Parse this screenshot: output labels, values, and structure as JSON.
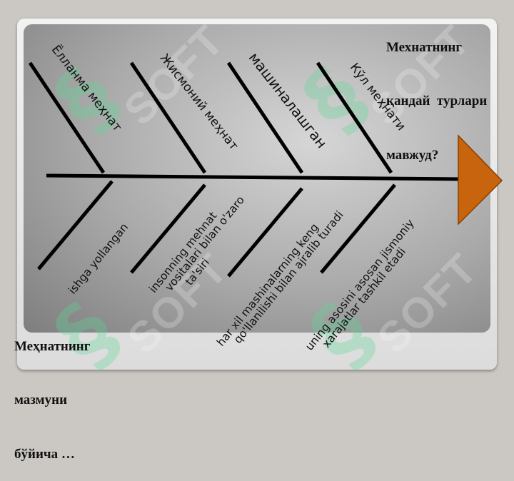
{
  "question_title": [
    "Мехнатнинг",
    "қандай  турлари",
    "мавжуд?"
  ],
  "category_title": [
    "Меҳнатнинг",
    "мазмуни",
    "бўйича …"
  ],
  "upper_branches": [
    {
      "label": [
        "Ёлланма меҳнат"
      ]
    },
    {
      "label": [
        "Жисмоний меҳнат"
      ]
    },
    {
      "label": [
        "машиналашган"
      ]
    },
    {
      "label": [
        "Кўл меҳнати"
      ]
    }
  ],
  "lower_branches": [
    {
      "label": [
        "ishga yollangan"
      ]
    },
    {
      "label": [
        "insonning mehnat",
        "vositalari bilan o'zaro",
        "ta'siri"
      ]
    },
    {
      "label": [
        "har xil mashinalarning keng",
        "qo'llanilishi bilan ajralib turadi"
      ]
    },
    {
      "label": [
        "uning asosini asosan jismoniy",
        "xarajatlar tashkil etadi"
      ]
    }
  ],
  "watermark": {
    "text": "SOFT",
    "glyph": "§"
  },
  "colors": {
    "spine": "#000000",
    "arrow_fill": "#c8640e",
    "arrow_stroke": "#8a3f00"
  }
}
